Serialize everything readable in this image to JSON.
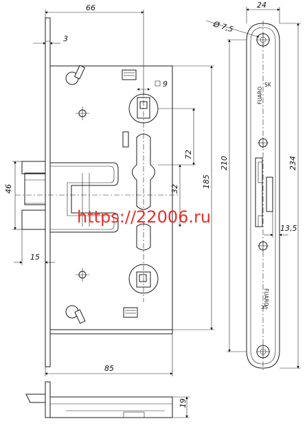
{
  "drawing": {
    "dimensions": {
      "d66": "66",
      "d3": "3",
      "d9": "9",
      "d72": "72",
      "d46": "46",
      "d32": "32",
      "d185": "185",
      "d210": "210",
      "d234": "234",
      "d15": "15",
      "d85": "85",
      "d19": "19",
      "d24": "24",
      "d13_5": "13,5",
      "diameter": "Ø 7,5"
    },
    "brand_label": "FUARO",
    "brand_small": "SK",
    "watermark": "https://22006.ru"
  }
}
